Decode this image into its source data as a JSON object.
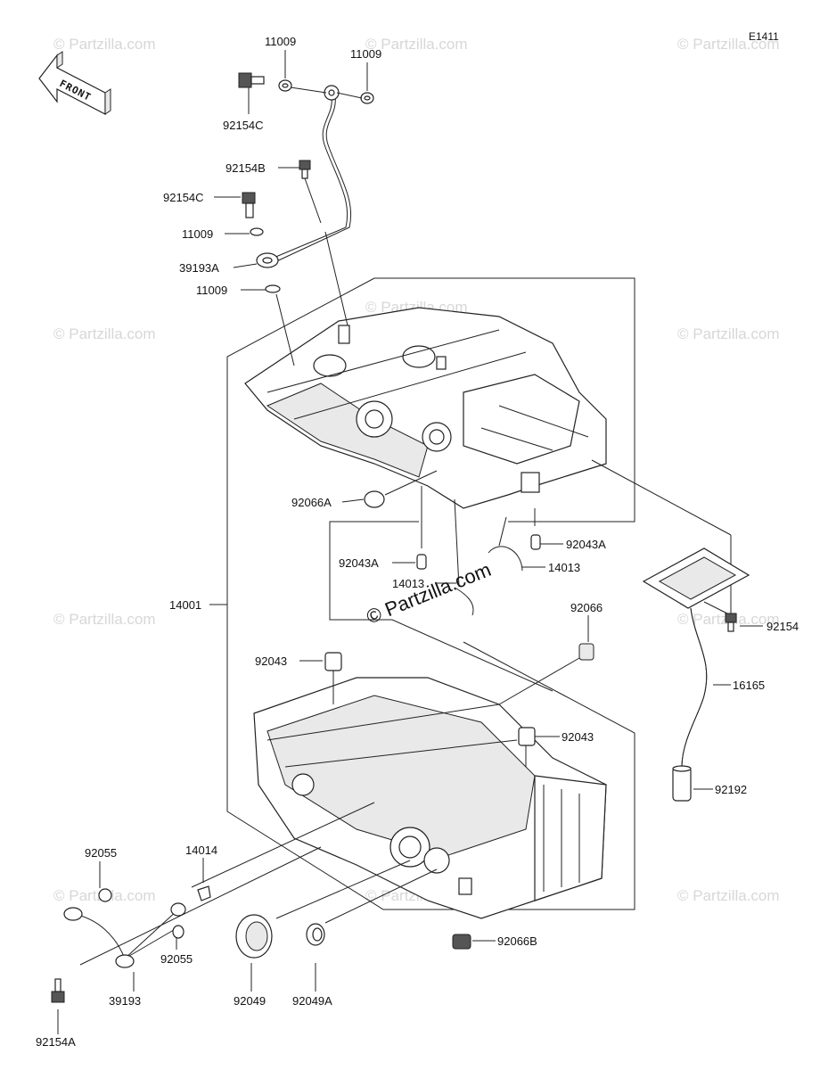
{
  "diagram_code": "E1411",
  "front_arrow_label": "FRONT",
  "watermark_text": "© Partzilla.com",
  "center_watermark_text": "© Partzilla.com",
  "part_labels": {
    "p11009_a": "11009",
    "p11009_b": "11009",
    "p92154c_top": "92154C",
    "p92154b": "92154B",
    "p92154c_mid": "92154C",
    "p11009_c": "11009",
    "p39193a": "39193A",
    "p11009_d": "11009",
    "p92066a": "92066A",
    "p92043a_right": "92043A",
    "p92043a_left": "92043A",
    "p14013_right": "14013",
    "p14013_left": "14013",
    "p14001": "14001",
    "p92066": "92066",
    "p92043_left": "92043",
    "p92043_right": "92043",
    "p92154": "92154",
    "p16165": "16165",
    "p92192": "92192",
    "p92055_top": "92055",
    "p14014": "14014",
    "p92055_bot": "92055",
    "p39193": "39193",
    "p92049": "92049",
    "p92049a": "92049A",
    "p92066b": "92066B",
    "p92154a": "92154A"
  }
}
